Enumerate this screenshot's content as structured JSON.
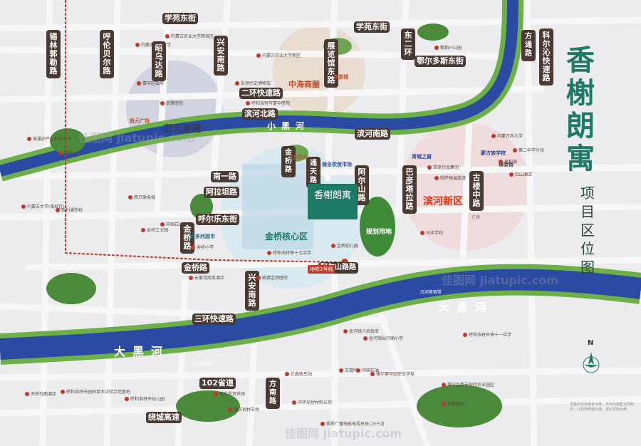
{
  "title": "香榭朗寓",
  "subtitle": "项目区位图",
  "project_logo": "香榭朗寓",
  "rivers": {
    "big": "大黑河",
    "small": "小黑河",
    "embankment": "沿河景观带"
  },
  "roads": {
    "xuelin": "锡林郭勒路",
    "hulunbeier": "呼伦贝尔路",
    "zhaowuda": "昭乌达路",
    "xingan": "兴安南路",
    "xueyuan": "学苑东街",
    "xueyuan2": "学苑东街",
    "zhanlan": "展览馆东路",
    "dongerhuan": "东二环",
    "eerduosi": "鄂尔多斯东街",
    "fangtong": "方通路",
    "keerqin": "科尔沁快速路",
    "erhuan": "二环快速路",
    "binhebei": "滨河北路",
    "binhenan": "滨河南路",
    "bayantala": "巴彦塔拉路",
    "aershan": "阿尔山路",
    "aershan2": "阿尔山路路",
    "gulou": "古楼中路",
    "jinqiao": "金桥路",
    "ahladan": "阿拉坦路",
    "nanyi": "南一路",
    "huerji": "呼尔乐东街",
    "xinganxiao": "兴安南路",
    "jinqiaolu": "金桥路",
    "sanhuan": "三环快速路",
    "road102": "102省道",
    "raocheng": "绕城高速",
    "fangnan": "方南路",
    "tongtian": "通天路",
    "gulou_note": "在建"
  },
  "districts": {
    "kaiyuan": "凯元商圈",
    "zhonghai": "中海商圈",
    "binhexin": "滨河新区",
    "jinqiao_core": "金桥核心区",
    "planned": "规划用地"
  },
  "highlights": {
    "kaiyuan_plaza": "凯元广场",
    "jinyu": "金游城",
    "wanda": "维多利超市",
    "beijing_school": "北京四中",
    "baoquan": "保全农贸市场",
    "qingcheng": "青城之窗",
    "menggu": "蒙古族学校",
    "baojin": "保金街"
  },
  "metro": "地铁2号线",
  "pois": [
    "内蒙古农业大学西校区",
    "内蒙古师范大学",
    "内蒙古农业大学新区",
    "赛罕区政府",
    "武警医院",
    "呼和浩特市蒙中医院",
    "自然历史博物馆",
    "敕勒川公园",
    "内蒙古科大学",
    "第二中学分校",
    "锡林公园",
    "美通农产品批发市场",
    "内蒙古大学(南校区)",
    "凯利通学校",
    "西贝爱会城",
    "中国石化",
    "金桥工业园",
    "呼和浩特第十七中学",
    "金桥幼儿园",
    "金桥小学",
    "云蒙湾商务酒店",
    "政德金桥医院",
    "呼和浩特市第十一中学",
    "金河镇人民政府",
    "金河镇仙尔图小学",
    "车管所",
    "亿鑫牧车站",
    "中环光伏材料公司",
    "翡翠广播电影电视总局二0三台",
    "采摘基地",
    "赛罕区都市现代农业园区",
    "呼和浩特市园林苗木试验示范基地",
    "呼和浩特市幼儿园",
    "桥东农贸市场",
    "隆庆钢材市场",
    "马术学校",
    "天骄白鹿酒店",
    "雅尔赛罕区职业学校",
    "中国石油",
    "高利源",
    "红山酒店",
    "草原优品集团",
    "哈萨格瑞旅游"
  ],
  "footnote": "本图示仅供参考示意，不作为销售合同附件，以政府规划为准，请以实际为准。",
  "compass": "N",
  "watermark": "佳图网 jiatupic.com"
}
